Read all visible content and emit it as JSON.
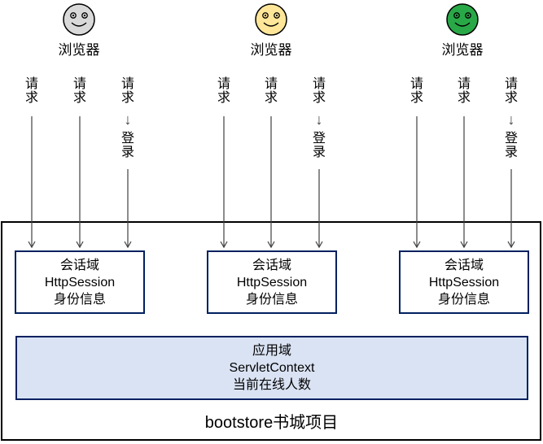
{
  "diagram": {
    "browsers": [
      {
        "label": "浏览器",
        "face_color": "#d9d9d9"
      },
      {
        "label": "浏览器",
        "face_color": "#ffe699"
      },
      {
        "label": "浏览器",
        "face_color": "#29a847"
      }
    ],
    "request_label": "请求",
    "login_label": "登录",
    "down_arrow_glyph": "↓",
    "session_boxes": [
      {
        "line1": "会话域",
        "line2": "HttpSession",
        "line3": "身份信息"
      },
      {
        "line1": "会话域",
        "line2": "HttpSession",
        "line3": "身份信息"
      },
      {
        "line1": "会话域",
        "line2": "HttpSession",
        "line3": "身份信息"
      }
    ],
    "app_box": {
      "line1": "应用域",
      "line2": "ServletContext",
      "line3": "当前在线人数"
    },
    "project_label": "bootstore书城项目",
    "colors": {
      "arrow": "#404040",
      "scope_box_border": "#002060",
      "app_box_fill": "#dae3f3",
      "outer_box_border": "#000000",
      "text": "#000000"
    }
  }
}
